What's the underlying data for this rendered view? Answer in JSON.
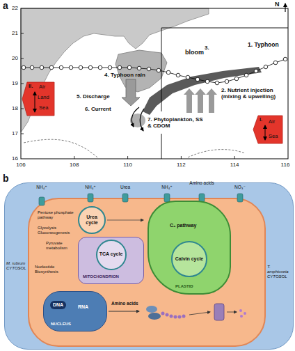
{
  "diagram": {
    "nodes": [
      {
        "text": [
          "II.",
          "Air",
          "Land",
          "Sea"
        ]
      },
      {
        "text": [
          "I.",
          "Air",
          "Sea"
        ]
      },
      {
        "text": [
          "M. rubrum CYTOSOL"
        ]
      },
      {
        "text": [
          "T. amphioxeia CYTOSOL"
        ],
        "in": 2
      },
      {
        "text": [
          "MITOCHONDRION"
        ],
        "in": 3
      },
      {
        "text": [
          "TCA cycle"
        ],
        "in": 4
      },
      {
        "text": [
          "Urea cycle"
        ],
        "in": 3
      },
      {
        "text": [
          "C₄ pathway",
          "PLASTID"
        ],
        "in": 3
      },
      {
        "text": [
          "Calvin cycle"
        ],
        "in": 7
      },
      {
        "text": [
          "NUCLEUS"
        ],
        "in": 3
      }
    ],
    "labels": [
      "a",
      "N",
      "1. Typhoon",
      "2. Nutrient injection (mixing & upwelling)",
      "bloom",
      "3.",
      "4. Typhoon rain",
      "5. Discharge",
      "6. Current",
      "7. Phytoplankton, SS & CDOM",
      "22",
      "21",
      "20",
      "19",
      "18",
      "17",
      "16",
      "106",
      "108",
      "110",
      "112",
      "114",
      "116",
      "b",
      "NH₄⁺",
      "NH₄⁺",
      "Urea",
      "NH₄⁺",
      "Amino acids",
      "NO₃⁻",
      "Pentose phosphate pathway",
      "Glycolysis Gluconeogenesis",
      "Pyruvate metabolism",
      "Nucleotide Biosynthesis",
      "DNA",
      "RNA",
      "Amino acids"
    ]
  }
}
